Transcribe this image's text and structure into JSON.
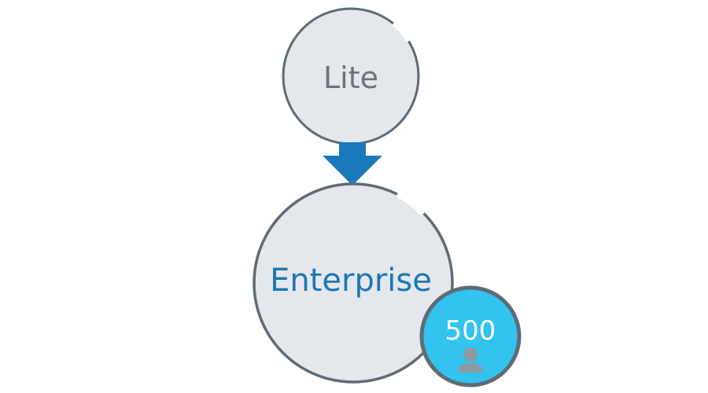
{
  "diagram": {
    "top_node": {
      "label": "Lite"
    },
    "bottom_node": {
      "label": "Enterprise"
    },
    "badge": {
      "count": "500",
      "icon": "user-icon"
    },
    "colors": {
      "node_fill": "#e4e7eb",
      "node_stroke": "#5f6b75",
      "lite_text": "#6c737a",
      "enterprise_text": "#1d77b5",
      "arrow": "#1b78bc",
      "badge_fill": "#32c3ef",
      "badge_stroke": "#5f6b75",
      "badge_text": "#ffffff",
      "user_icon": "#8d9aa3"
    }
  }
}
